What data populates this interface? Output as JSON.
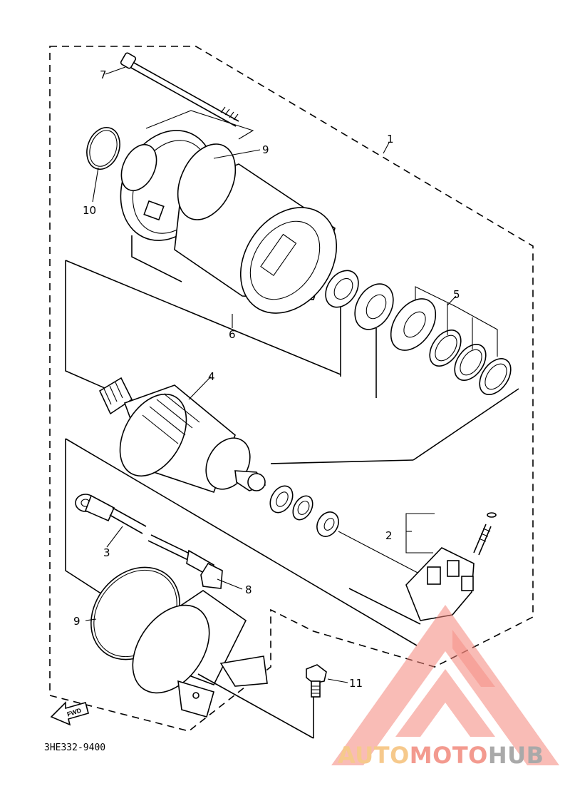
{
  "callouts": {
    "c1": "1",
    "c2": "2",
    "c3": "3",
    "c4": "4",
    "c5": "5",
    "c6": "6",
    "c7": "7",
    "c8": "8",
    "c9a": "9",
    "c9b": "9",
    "c10": "10",
    "c11": "11"
  },
  "diagram_code": "3HE332-9400",
  "fwd_label": "FWD",
  "watermark": {
    "part1": "AUTO",
    "part2": "MOTO",
    "part3": "HUB",
    "color_auto": "#f6c98c",
    "color_moto": "#f39a8f",
    "color_hub": "#a9a9a9",
    "logo_color": "#f4857a"
  }
}
